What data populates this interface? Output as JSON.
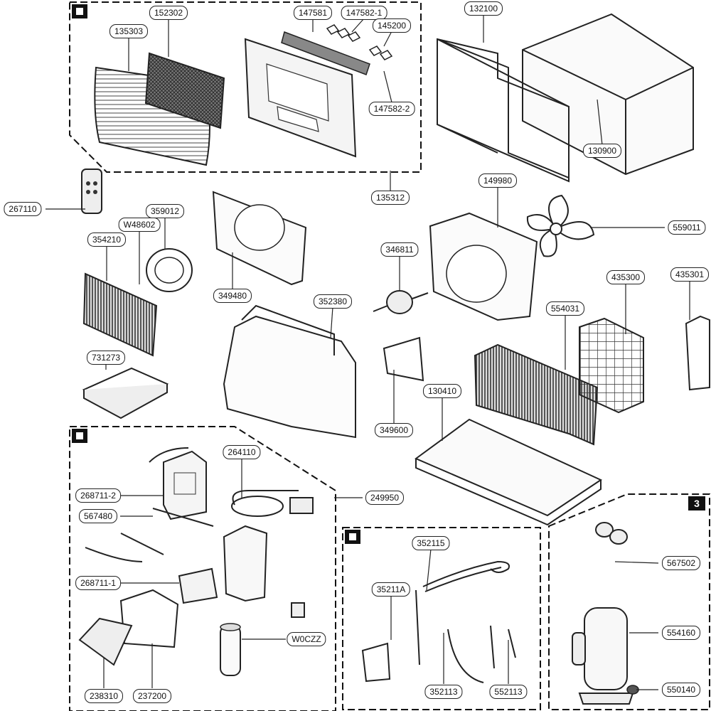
{
  "labels": {
    "p152302": "152302",
    "p147581": "147581",
    "p147582_1": "147582-1",
    "p135303": "135303",
    "p145200": "145200",
    "p147582_2": "147582-2",
    "p135312": "135312",
    "p132100": "132100",
    "p130900": "130900",
    "p267110": "267110",
    "p359012": "359012",
    "pW48602": "W48602",
    "p354210": "354210",
    "p349480": "349480",
    "p149980": "149980",
    "p559011": "559011",
    "p346811": "346811",
    "p435300": "435300",
    "p435301": "435301",
    "p352380": "352380",
    "p554031": "554031",
    "p731273": "731273",
    "p130410": "130410",
    "p349600": "349600",
    "p264110": "264110",
    "p268711_2": "268711-2",
    "p249950": "249950",
    "p567480": "567480",
    "p352115": "352115",
    "p567502": "567502",
    "p35211A": "35211A",
    "p268711_1": "268711-1",
    "pW0CZZ": "W0CZZ",
    "p554160": "554160",
    "p238310": "238310",
    "p237200": "237200",
    "p352113": "352113",
    "p552113": "552113",
    "p550140": "550140"
  },
  "group_markers": {
    "group_3": "3"
  }
}
